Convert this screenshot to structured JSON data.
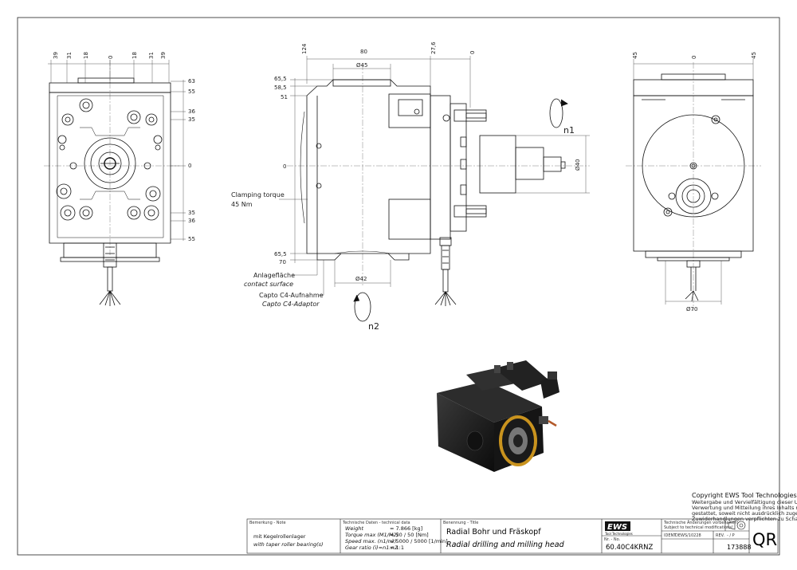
{
  "views": {
    "left": {
      "top_dims": [
        "39",
        "31",
        "18",
        "0",
        "18",
        "31",
        "39"
      ],
      "right_dims": [
        "63",
        "55",
        "36",
        "35",
        "0",
        "35",
        "36",
        "55"
      ]
    },
    "middle": {
      "top_dims": [
        "124",
        "80",
        "27,6",
        "0"
      ],
      "left_dims": [
        "65,5",
        "58,5",
        "51",
        "0",
        "65,5",
        "70"
      ],
      "bore_top": "Ø45",
      "bore_bottom": "Ø42",
      "spindle": "Ø40",
      "n1": "n1",
      "n2": "n2"
    },
    "right": {
      "top_dims": [
        "45",
        "0",
        "45"
      ],
      "bottom_dim": "Ø70"
    }
  },
  "annotations": {
    "clamping_torque": "Clamping torque",
    "clamping_value": "45 Nm",
    "contact_de": "Anlagefläche",
    "contact_en": "contact surface",
    "adaptor_de": "Capto C4-Aufnahme",
    "adaptor_en": "Capto C4-Adaptor"
  },
  "copyright": {
    "line1": "Copyright EWS Tool Technologies",
    "line2": "Weitergabe und Vervielfältigung dieser Unterlage,",
    "line3": "Verwertung und Mitteilung ihres Inhalts nicht",
    "line4": "gestattet, soweit nicht ausdrücklich zugestanden.",
    "line5": "Zuwiderhandlungen verpflichten zu Schadenersatz."
  },
  "title_block": {
    "remark_header": "Bemerkung - Note",
    "remark_de": "mit Kegelrollenlager",
    "remark_en": "with taper roller bearing(s)",
    "tech_header": "Technische Daten - technical data",
    "weight_label": "Weight",
    "weight_value": "= 7.866 [kg]",
    "torque_label": "Torque max (M1/M2)",
    "torque_value": "= 50 / 50 [Nm]",
    "speed_label": "Speed max. (n1/n2)",
    "speed_value": "= 5000 / 5000 [1/min]",
    "gear_label": "Gear ratio (i)=n1:n2",
    "gear_value": "= 1:1",
    "name_header": "Benennung - Title",
    "title_de": "Radial Bohr und Fräskopf",
    "title_en": "Radial drilling and milling head",
    "logo": "EWS",
    "logo_sub": "Tool Technologies",
    "number_header": "Nr. - No.",
    "part_number": "60.40C4KRNZ",
    "change_de": "Technische Änderungen vorbehalten!",
    "change_en": "Subject to technical modifications!",
    "ident": "IDENT",
    "ident_value": "DEWS/10228",
    "rev": "REV.",
    "rev_value": "- / P",
    "ident_no": "173888",
    "qr": "QR"
  }
}
